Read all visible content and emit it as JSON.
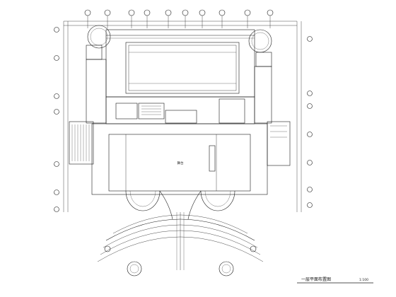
{
  "drawing": {
    "hall_label": "舞台",
    "title_block": "一层平面布置图",
    "scale_note": "1:100"
  }
}
